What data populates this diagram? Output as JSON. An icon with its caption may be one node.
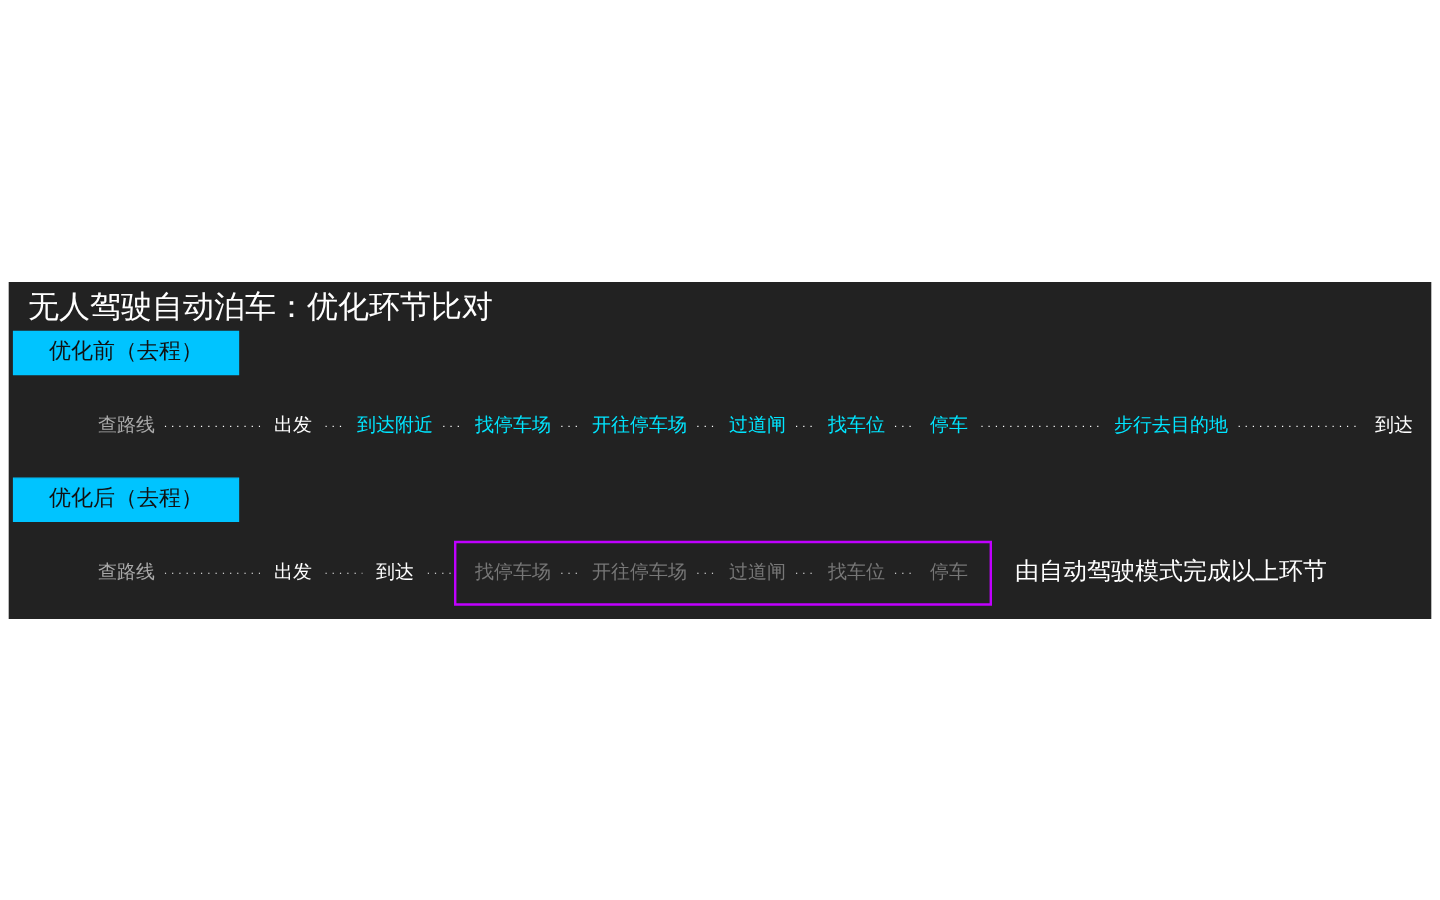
{
  "diagram": {
    "title": "无人驾驶自动泊车：优化环节比对",
    "nodes": [
      {
        "text": [
          "优化前（去程）"
        ]
      },
      {
        "text": [
          "查路线"
        ]
      },
      {
        "text": [
          "出发"
        ]
      },
      {
        "text": [
          "到达附近"
        ]
      },
      {
        "text": [
          "找停车场"
        ]
      },
      {
        "text": [
          "开往停车场"
        ]
      },
      {
        "text": [
          "过道闸"
        ]
      },
      {
        "text": [
          "找车位"
        ]
      },
      {
        "text": [
          "停车"
        ]
      },
      {
        "text": [
          "步行去目的地"
        ]
      },
      {
        "text": [
          "到达"
        ]
      },
      {
        "text": [
          "优化后（去程）"
        ]
      },
      {
        "text": [
          "查路线"
        ]
      },
      {
        "text": [
          "出发"
        ]
      },
      {
        "text": [
          "到达"
        ]
      },
      {
        "text": [],
        "shape": "box",
        "beside": [
          "由自动驾驶模式完成以上环节"
        ]
      },
      {
        "text": [
          "找停车场"
        ],
        "in": 15
      },
      {
        "text": [
          "开往停车场"
        ],
        "in": 15
      },
      {
        "text": [
          "过道闸"
        ],
        "in": 15
      },
      {
        "text": [
          "找车位"
        ],
        "in": 15
      },
      {
        "text": [
          "停车"
        ],
        "in": 15
      }
    ],
    "edges": [
      {
        "from": 1,
        "to": 2,
        "arrow": "none",
        "style": "dashed"
      },
      {
        "from": 2,
        "to": 3,
        "arrow": "none",
        "style": "dashed"
      },
      {
        "from": 3,
        "to": 4,
        "arrow": "none",
        "style": "dashed"
      },
      {
        "from": 4,
        "to": 5,
        "arrow": "none",
        "style": "dashed"
      },
      {
        "from": 5,
        "to": 6,
        "arrow": "none",
        "style": "dashed"
      },
      {
        "from": 6,
        "to": 7,
        "arrow": "none",
        "style": "dashed"
      },
      {
        "from": 7,
        "to": 8,
        "arrow": "none",
        "style": "dashed"
      },
      {
        "from": 8,
        "to": 9,
        "arrow": "none",
        "style": "dashed"
      },
      {
        "from": 9,
        "to": 10,
        "arrow": "none",
        "style": "dashed"
      },
      {
        "from": 12,
        "to": 13,
        "arrow": "none",
        "style": "dashed"
      },
      {
        "from": 13,
        "to": 14,
        "arrow": "none",
        "style": "dashed"
      },
      {
        "from": 14,
        "to": 15,
        "arrow": "none",
        "style": "dashed"
      },
      {
        "from": 16,
        "to": 17,
        "arrow": "none",
        "style": "dashed"
      },
      {
        "from": 17,
        "to": 18,
        "arrow": "none",
        "style": "dashed"
      },
      {
        "from": 18,
        "to": 19,
        "arrow": "none",
        "style": "dashed"
      },
      {
        "from": 19,
        "to": 20,
        "arrow": "none",
        "style": "dashed"
      }
    ]
  }
}
